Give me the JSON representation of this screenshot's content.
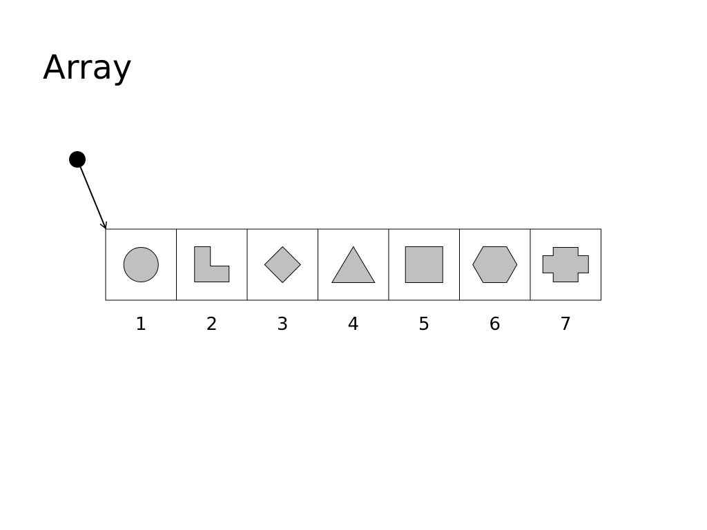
{
  "slide": {
    "title": "Array"
  },
  "colors": {
    "shape_fill": "#c0c0c0",
    "stroke": "#000000",
    "pointer_dot": "#000000"
  },
  "pointer": {
    "target_index": 1
  },
  "array": {
    "cells": [
      {
        "index_label": "1",
        "shape": "circle"
      },
      {
        "index_label": "2",
        "shape": "l-shape"
      },
      {
        "index_label": "3",
        "shape": "diamond"
      },
      {
        "index_label": "4",
        "shape": "triangle"
      },
      {
        "index_label": "5",
        "shape": "square"
      },
      {
        "index_label": "6",
        "shape": "hexagon"
      },
      {
        "index_label": "7",
        "shape": "cross"
      }
    ]
  }
}
